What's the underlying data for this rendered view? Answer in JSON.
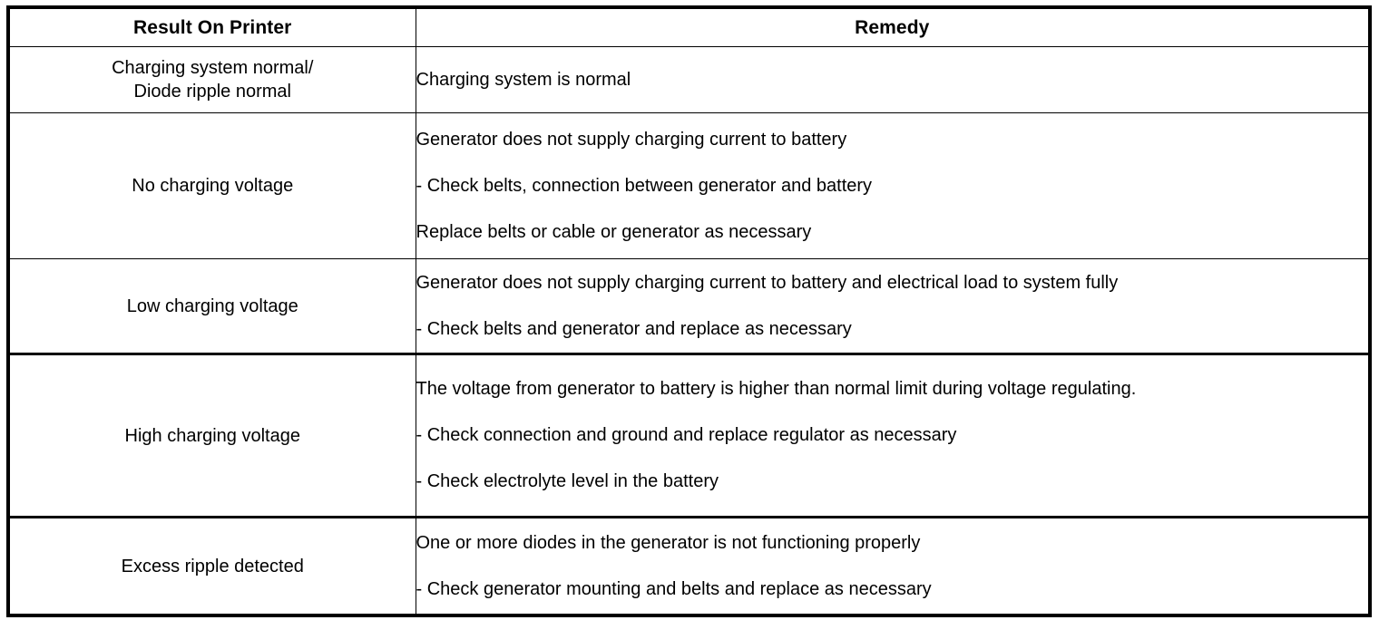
{
  "table": {
    "columns": [
      {
        "key": "result",
        "label": "Result On Printer"
      },
      {
        "key": "remedy",
        "label": "Remedy"
      }
    ],
    "rows": [
      {
        "result_line1": "Charging system normal/",
        "result_line2": "Diode ripple normal",
        "remedy_1": "Charging system is normal"
      },
      {
        "result_line1": "No charging voltage",
        "remedy_1": "Generator does not supply charging current to battery",
        "remedy_2": "- Check belts, connection between generator and battery",
        "remedy_3": "Replace belts or cable or generator as necessary"
      },
      {
        "result_line1": "Low charging voltage",
        "remedy_1": "Generator does not supply charging current to battery and electrical load to system fully",
        "remedy_2": "- Check belts and generator and replace as necessary"
      },
      {
        "result_line1": "High charging voltage",
        "remedy_1": "The voltage from generator to battery is higher than normal limit during voltage regulating.",
        "remedy_2": "- Check connection and ground and replace regulator as necessary",
        "remedy_3": "- Check electrolyte level in the battery"
      },
      {
        "result_line1": "Excess ripple detected",
        "remedy_1": "One or more diodes in the generator is not functioning properly",
        "remedy_2": "- Check generator mounting and belts and replace as necessary"
      }
    ]
  },
  "colors": {
    "text": "#000000",
    "background": "#ffffff",
    "border": "#000000"
  }
}
